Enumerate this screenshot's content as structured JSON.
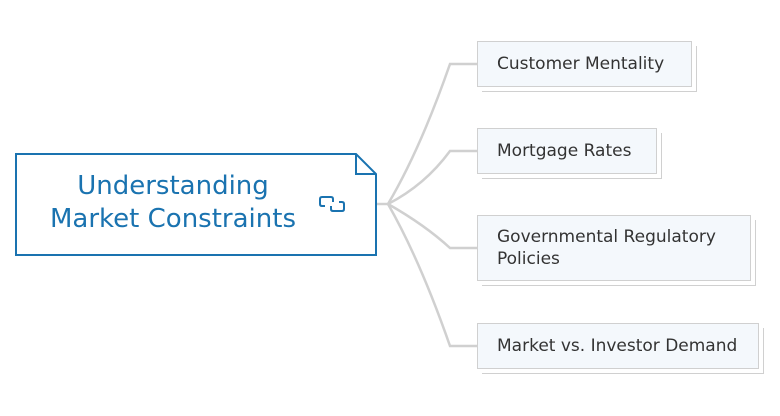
{
  "diagram": {
    "central_topic": {
      "line1": "Understanding",
      "line2": "Market Constraints",
      "icon": "link-icon"
    },
    "branches": [
      {
        "label": "Customer Mentality"
      },
      {
        "label": "Mortgage Rates"
      },
      {
        "label": "Governmental Regulatory Policies",
        "line1": "Governmental Regulatory",
        "line2": "Policies"
      },
      {
        "label": "Market vs. Investor Demand"
      }
    ],
    "colors": {
      "central_border": "#1a73b0",
      "central_text": "#1a73b0",
      "connector": "#d0d0d0",
      "branch_fill": "#f4f8fc",
      "branch_border": "#d0d0d0",
      "branch_text": "#333333"
    }
  }
}
